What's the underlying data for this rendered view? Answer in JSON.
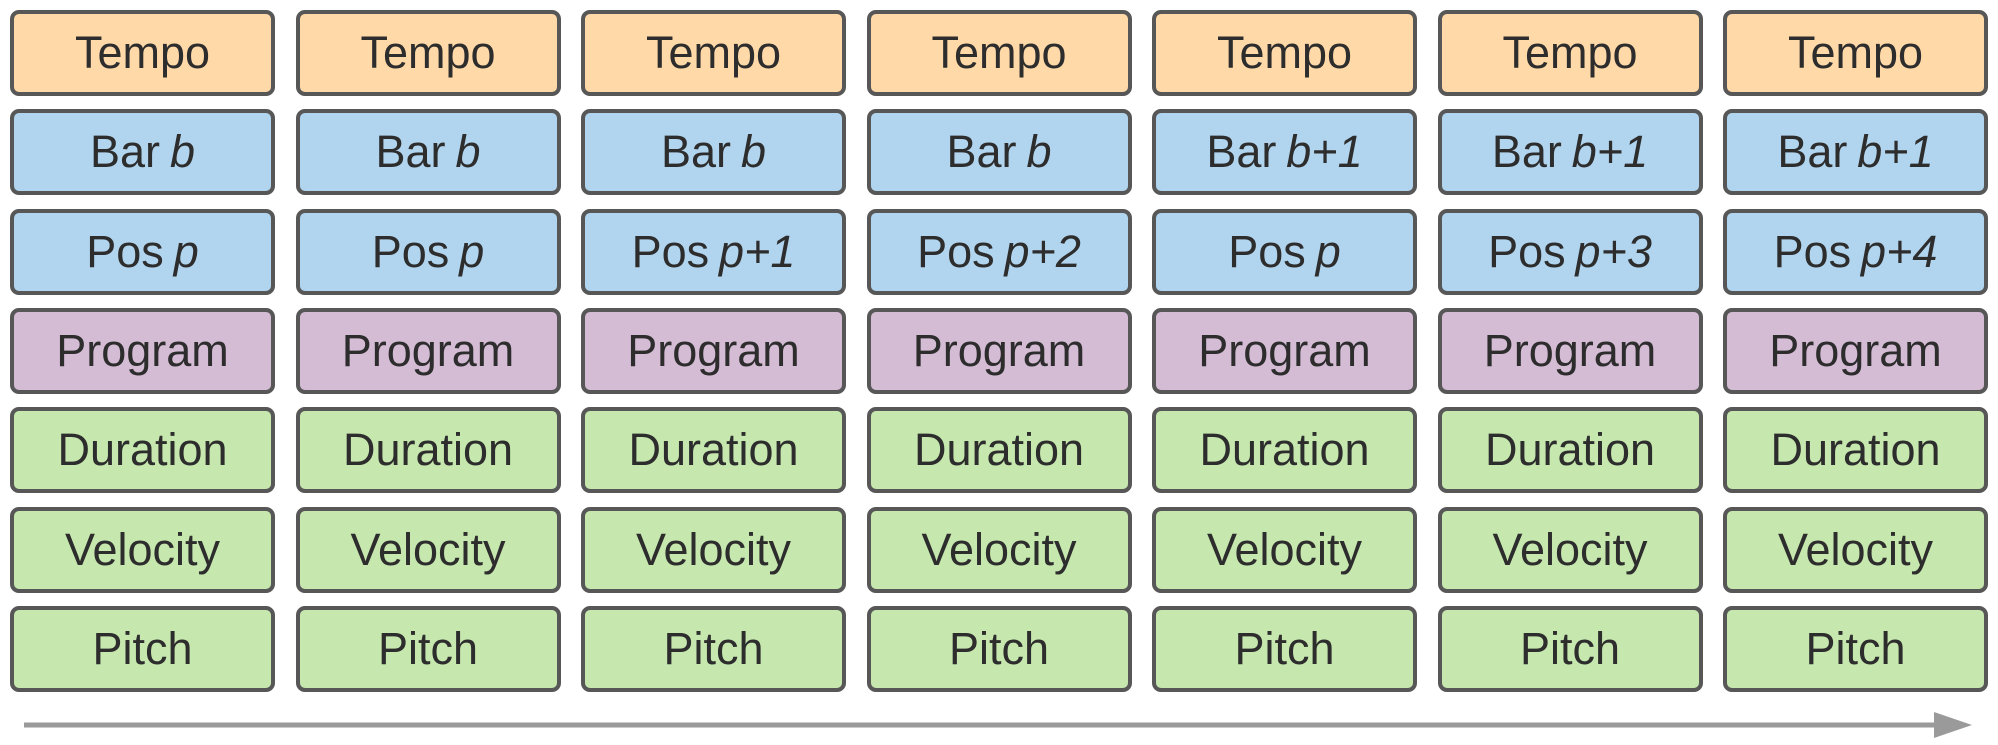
{
  "colors": {
    "tempo": "#ffd9a7",
    "bar": "#b2d5ef",
    "pos": "#b2d5ef",
    "program": "#d5bcd5",
    "duration": "#c6e8ae",
    "velocity": "#c6e8ae",
    "pitch": "#c6e8ae",
    "border": "#575757",
    "arrow": "#9a9a9a"
  },
  "rows": [
    "tempo",
    "bar",
    "pos",
    "program",
    "duration",
    "velocity",
    "pitch"
  ],
  "columns": [
    {
      "tempo": {
        "prefix": "Tempo",
        "var": ""
      },
      "bar": {
        "prefix": "Bar",
        "var": "b"
      },
      "pos": {
        "prefix": "Pos",
        "var": "p"
      },
      "program": {
        "prefix": "Program",
        "var": ""
      },
      "duration": {
        "prefix": "Duration",
        "var": ""
      },
      "velocity": {
        "prefix": "Velocity",
        "var": ""
      },
      "pitch": {
        "prefix": "Pitch",
        "var": ""
      }
    },
    {
      "tempo": {
        "prefix": "Tempo",
        "var": ""
      },
      "bar": {
        "prefix": "Bar",
        "var": "b"
      },
      "pos": {
        "prefix": "Pos",
        "var": "p"
      },
      "program": {
        "prefix": "Program",
        "var": ""
      },
      "duration": {
        "prefix": "Duration",
        "var": ""
      },
      "velocity": {
        "prefix": "Velocity",
        "var": ""
      },
      "pitch": {
        "prefix": "Pitch",
        "var": ""
      }
    },
    {
      "tempo": {
        "prefix": "Tempo",
        "var": ""
      },
      "bar": {
        "prefix": "Bar",
        "var": "b"
      },
      "pos": {
        "prefix": "Pos",
        "var": "p+1"
      },
      "program": {
        "prefix": "Program",
        "var": ""
      },
      "duration": {
        "prefix": "Duration",
        "var": ""
      },
      "velocity": {
        "prefix": "Velocity",
        "var": ""
      },
      "pitch": {
        "prefix": "Pitch",
        "var": ""
      }
    },
    {
      "tempo": {
        "prefix": "Tempo",
        "var": ""
      },
      "bar": {
        "prefix": "Bar",
        "var": "b"
      },
      "pos": {
        "prefix": "Pos",
        "var": "p+2"
      },
      "program": {
        "prefix": "Program",
        "var": ""
      },
      "duration": {
        "prefix": "Duration",
        "var": ""
      },
      "velocity": {
        "prefix": "Velocity",
        "var": ""
      },
      "pitch": {
        "prefix": "Pitch",
        "var": ""
      }
    },
    {
      "tempo": {
        "prefix": "Tempo",
        "var": ""
      },
      "bar": {
        "prefix": "Bar",
        "var": "b+1"
      },
      "pos": {
        "prefix": "Pos",
        "var": "p"
      },
      "program": {
        "prefix": "Program",
        "var": ""
      },
      "duration": {
        "prefix": "Duration",
        "var": ""
      },
      "velocity": {
        "prefix": "Velocity",
        "var": ""
      },
      "pitch": {
        "prefix": "Pitch",
        "var": ""
      }
    },
    {
      "tempo": {
        "prefix": "Tempo",
        "var": ""
      },
      "bar": {
        "prefix": "Bar",
        "var": "b+1"
      },
      "pos": {
        "prefix": "Pos",
        "var": "p+3"
      },
      "program": {
        "prefix": "Program",
        "var": ""
      },
      "duration": {
        "prefix": "Duration",
        "var": ""
      },
      "velocity": {
        "prefix": "Velocity",
        "var": ""
      },
      "pitch": {
        "prefix": "Pitch",
        "var": ""
      }
    },
    {
      "tempo": {
        "prefix": "Tempo",
        "var": ""
      },
      "bar": {
        "prefix": "Bar",
        "var": "b+1"
      },
      "pos": {
        "prefix": "Pos",
        "var": "p+4"
      },
      "program": {
        "prefix": "Program",
        "var": ""
      },
      "duration": {
        "prefix": "Duration",
        "var": ""
      },
      "velocity": {
        "prefix": "Velocity",
        "var": ""
      },
      "pitch": {
        "prefix": "Pitch",
        "var": ""
      }
    }
  ]
}
